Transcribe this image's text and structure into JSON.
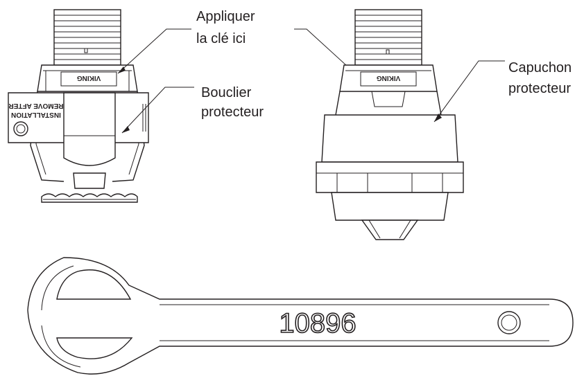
{
  "labels": {
    "wrench_point": [
      "Appliquer",
      "la clé ici"
    ],
    "shield": [
      "Bouclier",
      "protecteur"
    ],
    "cap": [
      "Capuchon",
      "protecteur"
    ]
  },
  "shield_tag": [
    "REMOVE AFTER",
    "INSTALLATION"
  ],
  "brand_mark": "VIKING",
  "wrench_number": "10896"
}
